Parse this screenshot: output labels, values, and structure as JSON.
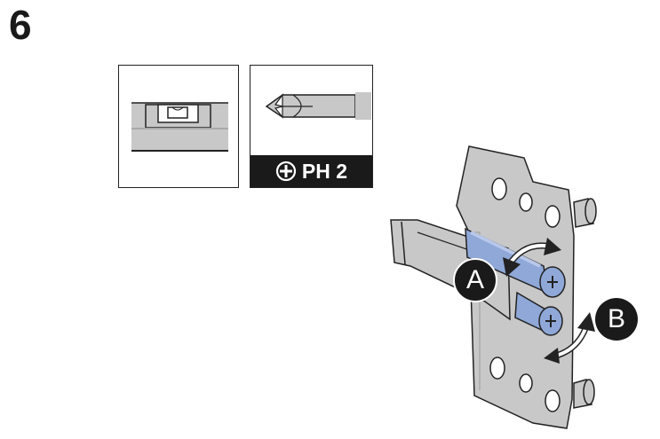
{
  "step": {
    "number": "6"
  },
  "tools": {
    "level": {
      "icon": "spirit-level-icon"
    },
    "screwdriver": {
      "icon": "phillips-screwdriver-icon",
      "bit_symbol": "phillips-plus-icon",
      "label": "PH 2"
    }
  },
  "illustration": {
    "callouts": [
      {
        "id": "A",
        "label": "A"
      },
      {
        "id": "B",
        "label": "B"
      }
    ],
    "colors": {
      "metal": "#c8c8c8",
      "metal_dark": "#9a9a9a",
      "screw": "#8fa8d8",
      "screw_light": "#b8c8ea",
      "outline": "#222222"
    }
  }
}
